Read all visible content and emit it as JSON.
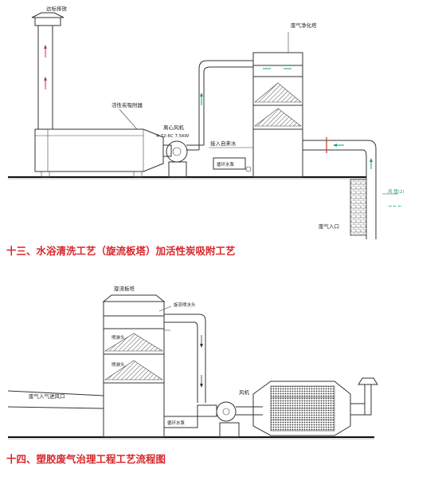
{
  "diagram1": {
    "chimney_label": "达标排放",
    "tower_label": "废气净化塔",
    "carbon_label": "活性炭吸附器",
    "fan_label": "离心风机",
    "fan_spec": "4-72-6C  7.5KW",
    "water_label": "接入自来水",
    "pump_label": "循环水泵",
    "inlet_label": "废气入口",
    "stream_a": "风  管(2)",
    "stream_b": "→  ←  ←"
  },
  "caption1": "十三、水浴清洗工艺（旋流板塔）加活性炭吸附工艺",
  "diagram2": {
    "tower_label": "旋流板塔",
    "spray_label": "旋流喷水头",
    "nozzle1_label": "喷淋头",
    "nozzle2_label": "喷淋头",
    "inlet_label": "废气入气进风口",
    "pump_label": "循环水泵",
    "fan_label": "风机"
  },
  "caption2": "十四、塑胶废气治理工程工艺流程图"
}
